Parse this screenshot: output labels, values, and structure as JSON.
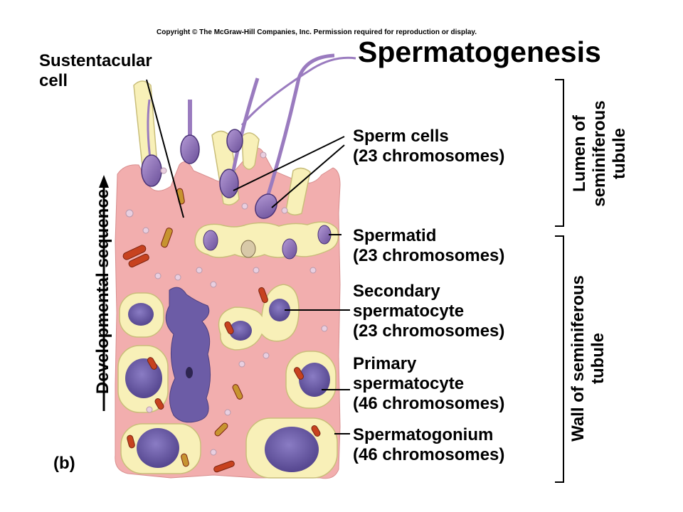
{
  "copyright": "Copyright © The McGraw-Hill Companies, Inc. Permission required for reproduction or display.",
  "title": "Spermatogenesis",
  "panel_label": "(b)",
  "axis_label": "Developmental sequence",
  "sustentacular": [
    "Sustentacular",
    "cell"
  ],
  "labels": {
    "sperm_cells": [
      "Sperm cells",
      "(23 chromosomes)"
    ],
    "spermatid": [
      "Spermatid",
      "(23 chromosomes)"
    ],
    "secondary": [
      "Secondary",
      "spermatocyte",
      "(23 chromosomes)"
    ],
    "primary": [
      "Primary",
      "spermatocyte",
      "(46 chromosomes)"
    ],
    "spermatogonium": [
      "Spermatogonium",
      "(46 chromosomes)"
    ]
  },
  "regions": {
    "lumen": [
      "Lumen of",
      "seminiferous",
      "tubule"
    ],
    "wall": [
      "Wall of seminiferous",
      "tubule"
    ]
  },
  "colors": {
    "tissue": "#f2aeae",
    "cell_fill": "#f8f0b8",
    "nucleus": "#6c5ca6",
    "sperm": "#9a7bbf",
    "mito": "#c7421f"
  }
}
